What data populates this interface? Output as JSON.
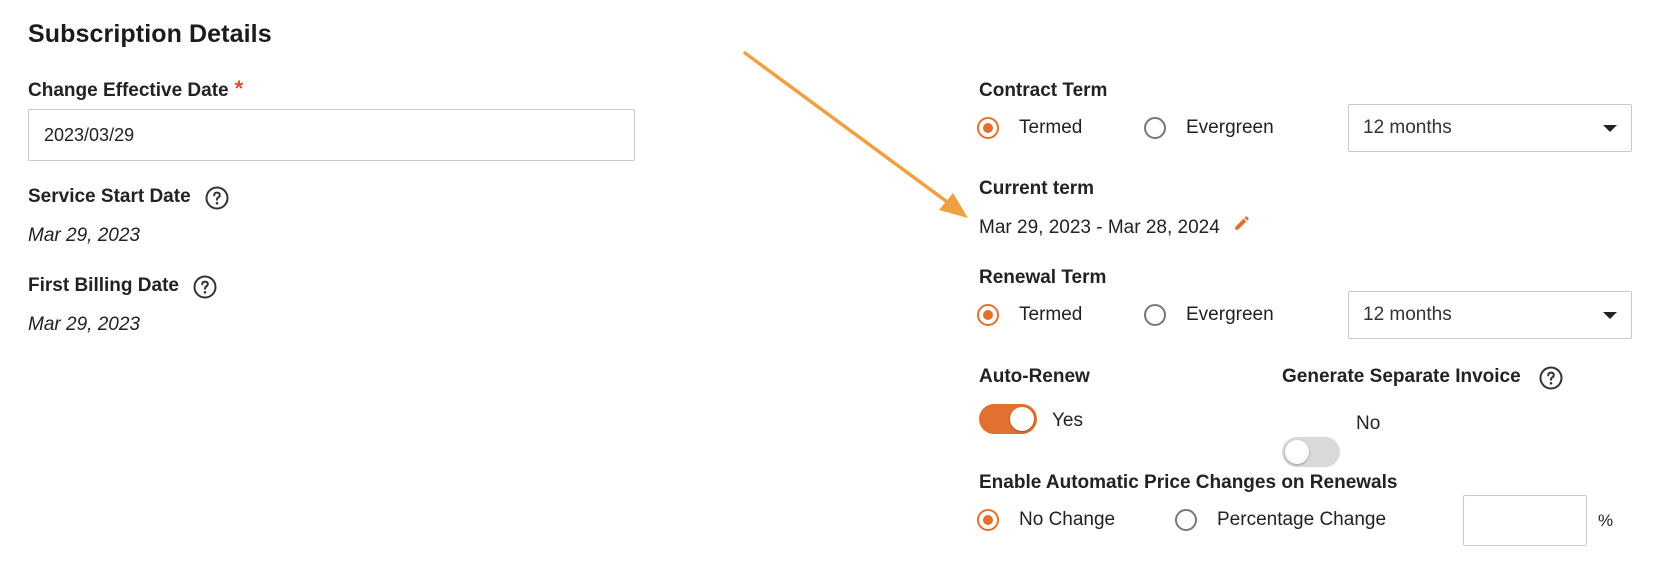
{
  "section": {
    "title": "Subscription Details"
  },
  "left": {
    "change_effective_date": {
      "label": "Change Effective Date",
      "required_mark": "*",
      "value": "2023/03/29"
    },
    "service_start_date": {
      "label": "Service Start Date",
      "value": "Mar 29, 2023"
    },
    "first_billing_date": {
      "label": "First Billing Date",
      "value": "Mar 29, 2023"
    }
  },
  "right": {
    "contract_term": {
      "label": "Contract Term",
      "options": [
        "Termed",
        "Evergreen"
      ],
      "selected": "Termed",
      "duration": "12 months"
    },
    "current_term": {
      "label": "Current term",
      "value": "Mar 29, 2023 - Mar 28, 2024"
    },
    "renewal_term": {
      "label": "Renewal Term",
      "options": [
        "Termed",
        "Evergreen"
      ],
      "selected": "Termed",
      "duration": "12 months"
    },
    "auto_renew": {
      "label": "Auto-Renew",
      "state": "Yes"
    },
    "separate_invoice": {
      "label": "Generate Separate Invoice",
      "state": "No"
    },
    "price_changes": {
      "label": "Enable Automatic Price Changes on Renewals",
      "options": [
        "No Change",
        "Percentage Change"
      ],
      "selected": "No Change",
      "percentage_value": "",
      "unit": "%"
    }
  },
  "colors": {
    "accent": "#e0712e",
    "arrow": "#f0a040",
    "required": "#d8512b"
  },
  "icons": {
    "help": "question-circle-icon",
    "edit": "pencil-icon",
    "dropdown": "caret-down-icon"
  }
}
